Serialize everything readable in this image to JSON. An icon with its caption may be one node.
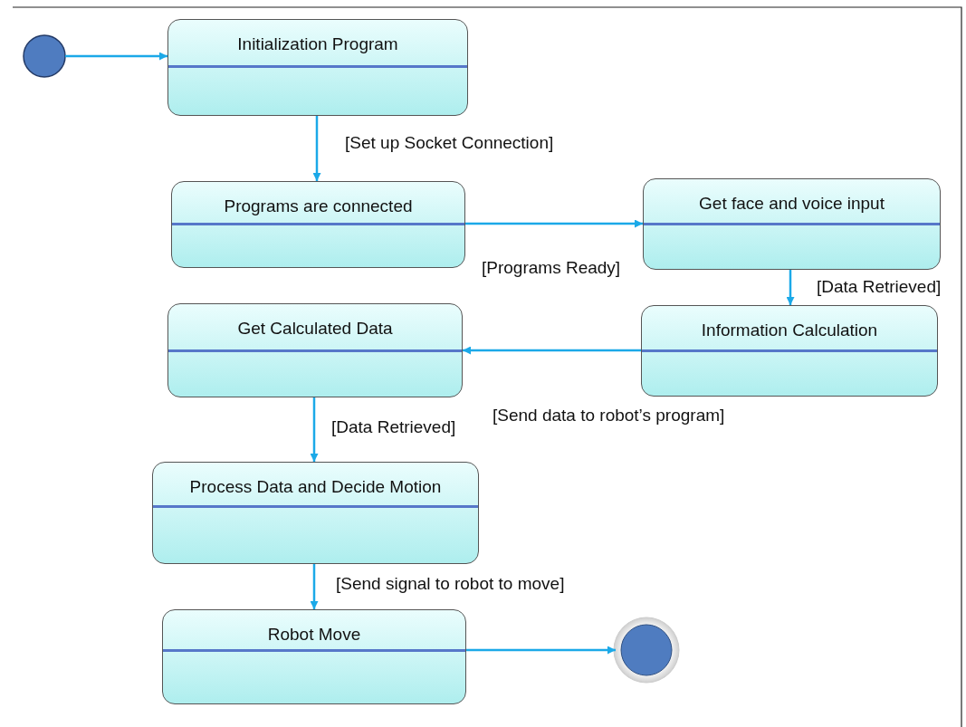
{
  "diagram": {
    "nodes": [
      {
        "text": [],
        "shape": "circle"
      },
      {
        "text": [
          "Initialization Program"
        ]
      },
      {
        "text": [
          "Programs are connected"
        ]
      },
      {
        "text": [
          "Get face and voice input"
        ]
      },
      {
        "text": [
          "Information Calculation"
        ]
      },
      {
        "text": [
          "Get Calculated Data"
        ]
      },
      {
        "text": [
          "Process Data and Decide Motion"
        ]
      },
      {
        "text": [
          "Robot Move"
        ]
      },
      {
        "text": [],
        "shape": "circle"
      }
    ],
    "edges": [
      {
        "from": 0,
        "to": 1,
        "arrow": "to"
      },
      {
        "from": 1,
        "to": 2,
        "arrow": "to",
        "label": "[Set up Socket Connection]"
      },
      {
        "from": 2,
        "to": 3,
        "arrow": "to",
        "label": "[Programs Ready]"
      },
      {
        "from": 3,
        "to": 4,
        "arrow": "to",
        "label": "[Data Retrieved]"
      },
      {
        "from": 4,
        "to": 5,
        "arrow": "to",
        "label": "[Send data to robot’s program]"
      },
      {
        "from": 5,
        "to": 6,
        "arrow": "to",
        "label": "[Data Retrieved]"
      },
      {
        "from": 6,
        "to": 7,
        "arrow": "to",
        "label": "[Send signal to robot to move]"
      },
      {
        "from": 7,
        "to": 8,
        "arrow": "to"
      }
    ]
  }
}
